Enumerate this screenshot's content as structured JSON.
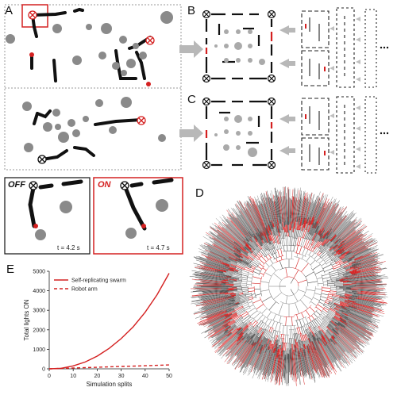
{
  "panels": {
    "a": "A",
    "b": "B",
    "c": "C",
    "d": "D",
    "e": "E"
  },
  "snapshots": {
    "off_label": "OFF",
    "on_label": "ON",
    "off_time": "t = 4.2 s",
    "on_time": "t = 4.7 s"
  },
  "colors": {
    "accent": "#d42020",
    "trace": "#111111",
    "block": "#8a8a8a",
    "frame": "#999999"
  },
  "chart_data": {
    "type": "line",
    "xlabel": "Simulation splits",
    "ylabel": "Total lights ON",
    "xlim": [
      0,
      50
    ],
    "ylim": [
      0,
      5000
    ],
    "xticks": [
      0,
      10,
      20,
      30,
      40,
      50
    ],
    "yticks": [
      0,
      1000,
      2000,
      3000,
      4000,
      5000
    ],
    "legend_position": "top-right",
    "series": [
      {
        "name": "Self-replicating swarm",
        "style": "solid",
        "color": "#d42020",
        "x": [
          0,
          5,
          10,
          15,
          20,
          25,
          30,
          35,
          40,
          45,
          50
        ],
        "y": [
          0,
          30,
          150,
          350,
          650,
          1050,
          1550,
          2150,
          2900,
          3800,
          4900
        ]
      },
      {
        "name": "Robot arm",
        "style": "dashed",
        "color": "#d42020",
        "x": [
          0,
          5,
          10,
          15,
          20,
          25,
          30,
          35,
          40,
          45,
          50
        ],
        "y": [
          0,
          20,
          40,
          60,
          80,
          100,
          120,
          140,
          160,
          180,
          200
        ]
      }
    ]
  }
}
